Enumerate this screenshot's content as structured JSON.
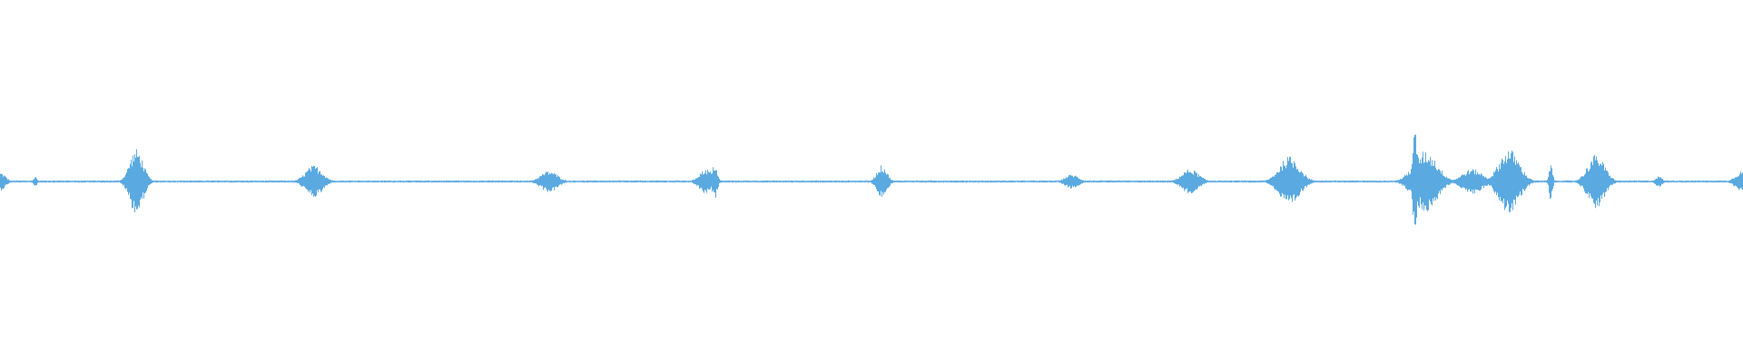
{
  "waveform": {
    "color": "#5aa9e0",
    "background": "#ffffff",
    "bursts": [
      {
        "pos": 0.0,
        "amp": 0.05,
        "width": 0.006
      },
      {
        "pos": 0.02,
        "amp": 0.03,
        "width": 0.002
      },
      {
        "pos": 0.078,
        "amp": 0.18,
        "width": 0.008
      },
      {
        "pos": 0.18,
        "amp": 0.09,
        "width": 0.01
      },
      {
        "pos": 0.315,
        "amp": 0.06,
        "width": 0.01
      },
      {
        "pos": 0.405,
        "amp": 0.07,
        "width": 0.008
      },
      {
        "pos": 0.41,
        "amp": 0.1,
        "width": 0.003
      },
      {
        "pos": 0.506,
        "amp": 0.09,
        "width": 0.006
      },
      {
        "pos": 0.615,
        "amp": 0.04,
        "width": 0.008
      },
      {
        "pos": 0.683,
        "amp": 0.07,
        "width": 0.01
      },
      {
        "pos": 0.74,
        "amp": 0.14,
        "width": 0.012
      },
      {
        "pos": 0.812,
        "amp": 0.28,
        "width": 0.003
      },
      {
        "pos": 0.818,
        "amp": 0.17,
        "width": 0.014
      },
      {
        "pos": 0.845,
        "amp": 0.07,
        "width": 0.012
      },
      {
        "pos": 0.866,
        "amp": 0.18,
        "width": 0.012
      },
      {
        "pos": 0.89,
        "amp": 0.11,
        "width": 0.002
      },
      {
        "pos": 0.916,
        "amp": 0.15,
        "width": 0.01
      },
      {
        "pos": 0.952,
        "amp": 0.03,
        "width": 0.004
      },
      {
        "pos": 1.0,
        "amp": 0.06,
        "width": 0.008
      }
    ],
    "baseline_noise": 0.006
  }
}
